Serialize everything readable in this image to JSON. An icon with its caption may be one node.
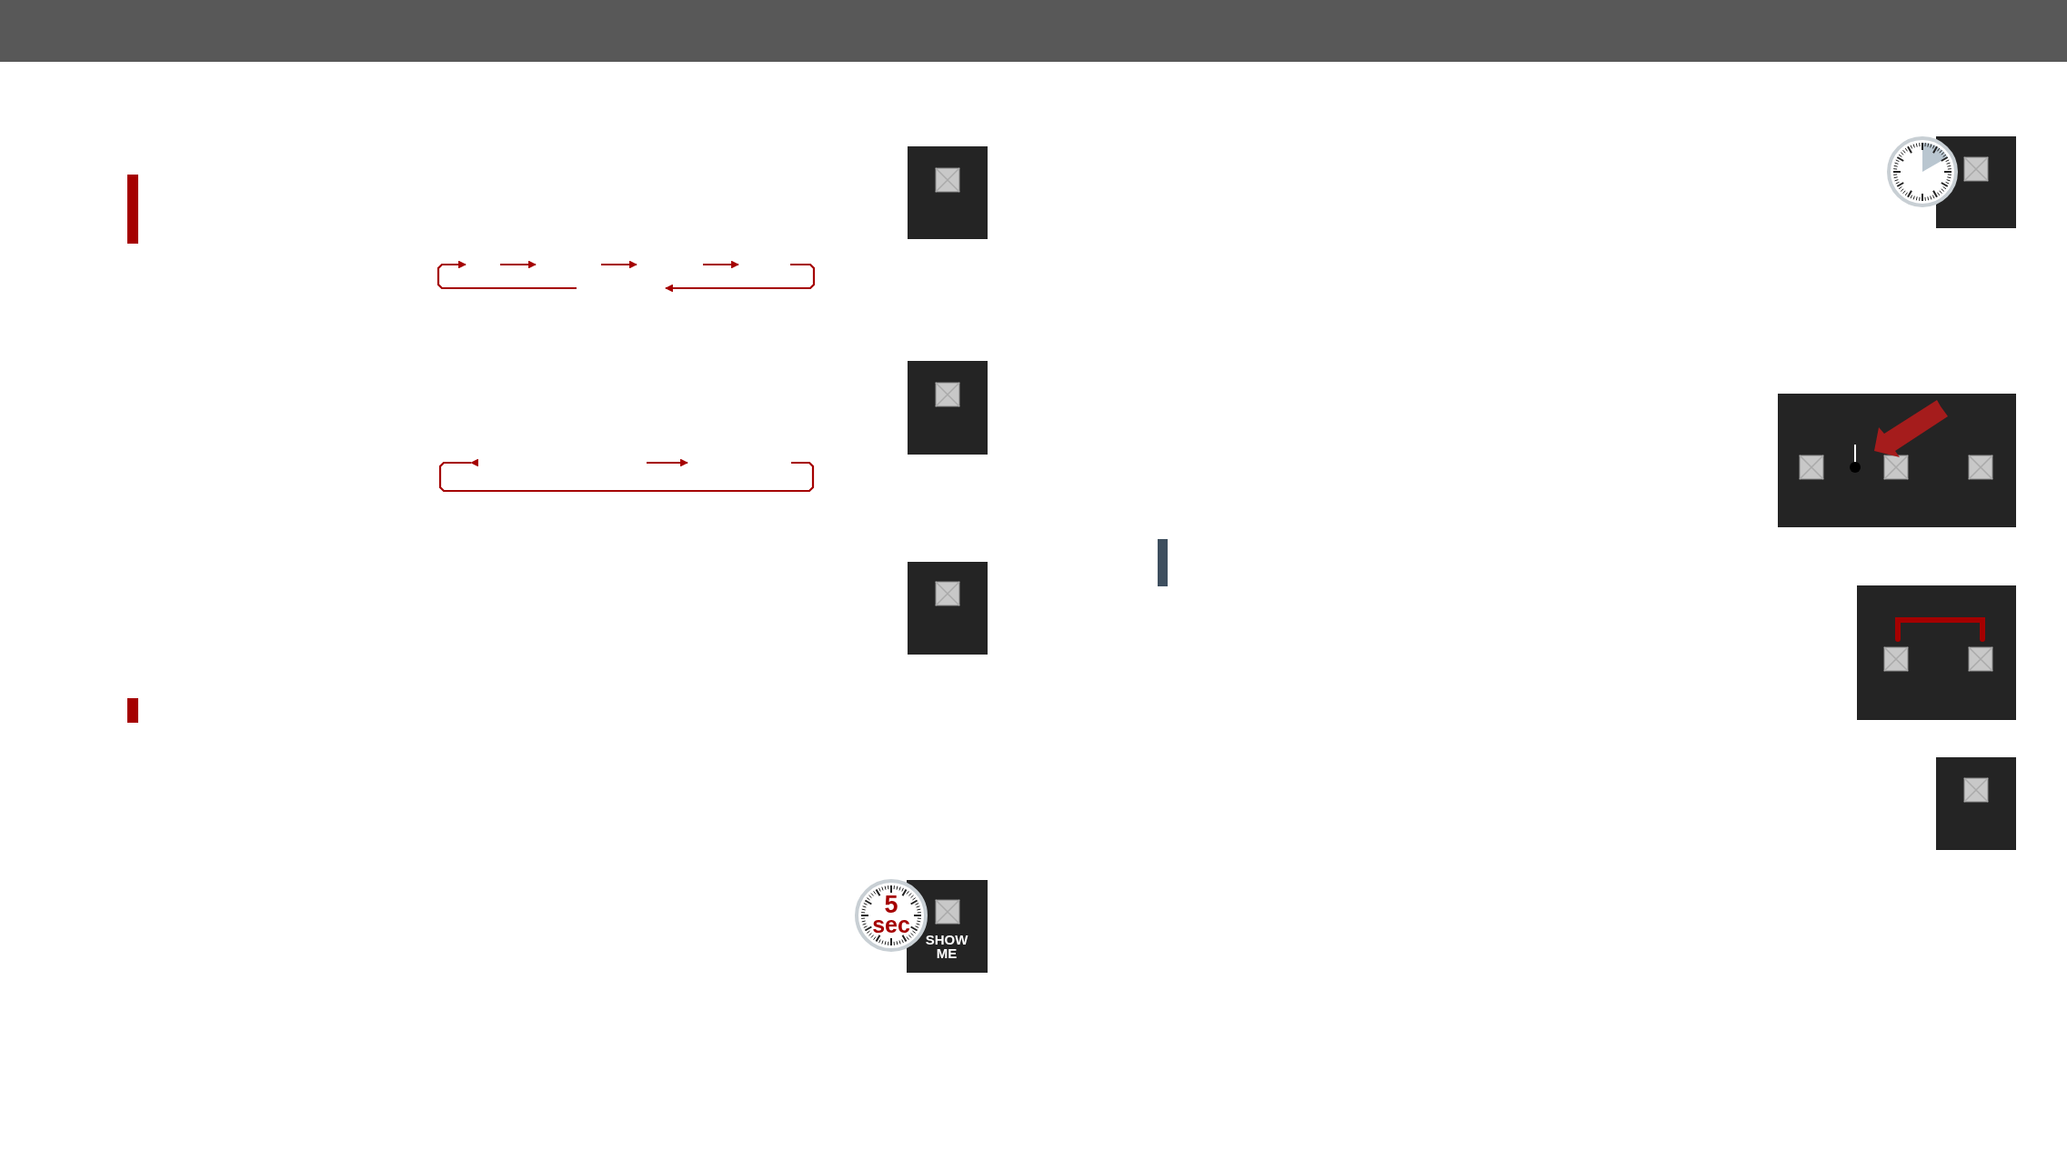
{
  "diagram": {
    "labels": [
      "5",
      "sec",
      "SHOW ME"
    ]
  }
}
